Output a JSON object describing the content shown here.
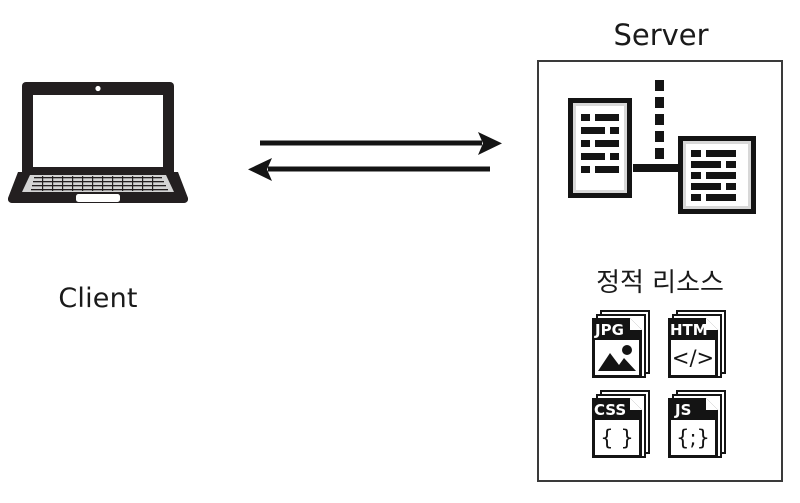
{
  "diagram": {
    "title": "Client Server static resources diagram",
    "background_color": "#ffffff",
    "ink_color": "#141414"
  },
  "client": {
    "label": "Client",
    "icon": "laptop-icon"
  },
  "arrows": {
    "request": {
      "name": "request-arrow",
      "direction": "right",
      "from": "client",
      "to": "server"
    },
    "response": {
      "name": "response-arrow",
      "direction": "left",
      "from": "server",
      "to": "client"
    }
  },
  "server": {
    "label": "Server",
    "documents": {
      "page_doc_icon": "document-portrait-icon",
      "connector": "dotted-connector",
      "code_doc_icon": "document-square-icon"
    },
    "static_resources": {
      "heading": "정적 리소스",
      "files": [
        {
          "name": "jpg-file-icon",
          "ext": "JPG",
          "glyph": "image",
          "body_text": ""
        },
        {
          "name": "htm-file-icon",
          "ext": "HTM",
          "glyph": "code",
          "body_text": "</>"
        },
        {
          "name": "css-file-icon",
          "ext": "CSS",
          "glyph": "text",
          "body_text": "{ }"
        },
        {
          "name": "js-file-icon",
          "ext": "JS",
          "glyph": "text",
          "body_text": "{;}"
        }
      ]
    }
  }
}
